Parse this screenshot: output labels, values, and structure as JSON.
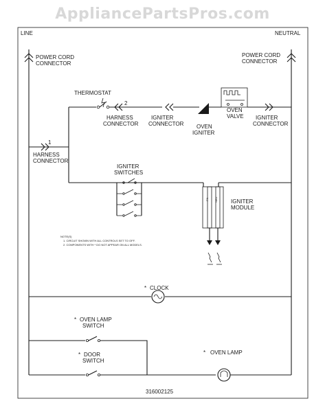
{
  "watermark": "AppliancePartsPros.com",
  "rails": {
    "left": "LINE",
    "right": "NEUTRAL"
  },
  "labels": {
    "power_cord_left_1": "POWER CORD",
    "power_cord_left_2": "CONNECTOR",
    "power_cord_right_1": "POWER CORD",
    "power_cord_right_2": "CONNECTOR",
    "thermostat": "THERMOSTAT",
    "harness_top_1": "HARNESS",
    "harness_top_2": "CONNECTOR",
    "igniter_conn_1_1": "IGNITER",
    "igniter_conn_1_2": "CONNECTOR",
    "oven_igniter_1": "OVEN",
    "oven_igniter_2": "IGNITER",
    "oven_valve_1": "OVEN",
    "oven_valve_2": "VALVE",
    "igniter_conn_2_1": "IGNITER",
    "igniter_conn_2_2": "CONNECTOR",
    "harness_left_1": "HARNESS",
    "harness_left_2": "CONNECTOR",
    "igniter_switches_1": "IGNITER",
    "igniter_switches_2": "SWITCHES",
    "igniter_module_1": "IGNITER",
    "igniter_module_2": "MODULE",
    "module_tag_1": "FN",
    "module_tag_2": "NEU",
    "clock": "CLOCK",
    "oven_lamp_switch_1": "OVEN LAMP",
    "oven_lamp_switch_2": "SWITCH",
    "door_switch_1": "DOOR",
    "door_switch_2": "SWITCH",
    "oven_lamp": "OVEN LAMP",
    "asterisk": "*",
    "part_number": "316002125",
    "pin_1": "1",
    "pin_2": "2"
  },
  "notes": {
    "title": "NOTE(S)",
    "line_1": "1. CIRCUIT SHOWN WITH ALL CONTROLS SET TO OFF.",
    "line_2": "2. COMPONENTS WITH * DO NOT APPEAR ON ALL MODELS."
  },
  "colors": {
    "line": "#1a1a1a",
    "watermark": "#d8d8d8",
    "background": "#ffffff"
  }
}
